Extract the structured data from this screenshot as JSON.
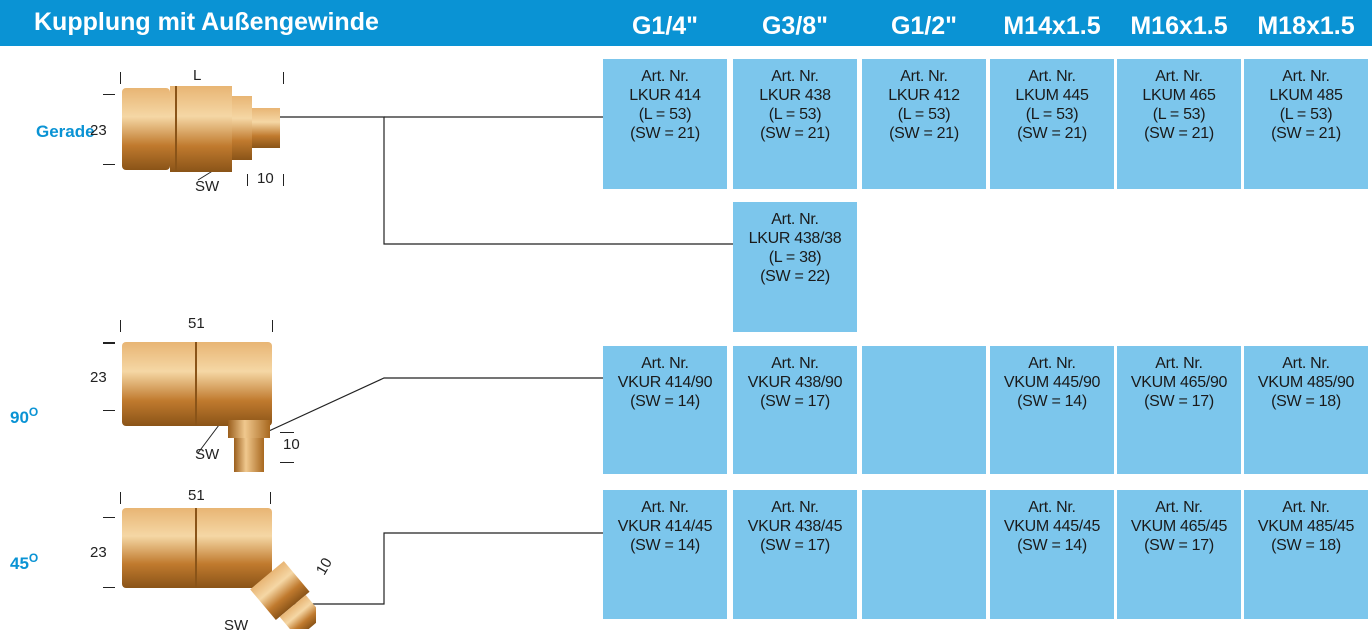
{
  "header": {
    "title": "Kupplung mit Außengewinde",
    "columns": [
      "G1/4\"",
      "G3/8\"",
      "G1/2\"",
      "M14x1.5",
      "M16x1.5",
      "M18x1.5"
    ]
  },
  "rows": {
    "gerade": {
      "label": "Gerade",
      "dim_L": "L",
      "dim_23": "23",
      "dim_10": "10",
      "dim_sw": "SW"
    },
    "r90": {
      "label": "90",
      "sup": "O",
      "dim_51": "51",
      "dim_23": "23",
      "dim_10": "10",
      "dim_sw": "SW"
    },
    "r45": {
      "label": "45",
      "sup": "O",
      "dim_51": "51",
      "dim_23": "23",
      "dim_10": "10",
      "dim_sw": "SW"
    }
  },
  "cells": {
    "gerade": [
      [
        "Art. Nr.",
        "LKUR 414",
        "(L = 53)",
        "(SW = 21)"
      ],
      [
        "Art. Nr.",
        "LKUR 438",
        "(L = 53)",
        "(SW = 21)"
      ],
      [
        "Art. Nr.",
        "LKUR 412",
        "(L = 53)",
        "(SW = 21)"
      ],
      [
        "Art. Nr.",
        "LKUM 445",
        "(L = 53)",
        "(SW = 21)"
      ],
      [
        "Art. Nr.",
        "LKUM 465",
        "(L = 53)",
        "(SW = 21)"
      ],
      [
        "Art. Nr.",
        "LKUM 485",
        "(L = 53)",
        "(SW = 21)"
      ]
    ],
    "gerade38": [
      "Art. Nr.",
      "LKUR 438/38",
      "(L = 38)",
      "(SW = 22)"
    ],
    "r90": [
      [
        "Art. Nr.",
        "VKUR 414/90",
        "(SW = 14)"
      ],
      [
        "Art. Nr.",
        "VKUR 438/90",
        "(SW = 17)"
      ],
      [],
      [
        "Art. Nr.",
        "VKUM 445/90",
        "(SW = 14)"
      ],
      [
        "Art. Nr.",
        "VKUM 465/90",
        "(SW = 17)"
      ],
      [
        "Art. Nr.",
        "VKUM 485/90",
        "(SW = 18)"
      ]
    ],
    "r45": [
      [
        "Art. Nr.",
        "VKUR 414/45",
        "(SW = 14)"
      ],
      [
        "Art. Nr.",
        "VKUR 438/45",
        "(SW = 17)"
      ],
      [],
      [
        "Art. Nr.",
        "VKUM 445/45",
        "(SW = 14)"
      ],
      [
        "Art. Nr.",
        "VKUM 465/45",
        "(SW = 17)"
      ],
      [
        "Art. Nr.",
        "VKUM 485/45",
        "(SW = 18)"
      ]
    ]
  },
  "colors": {
    "header": "#0a93d4",
    "cell": "#7cc6ec",
    "label": "#0a93d4",
    "brass": "#c98a3a"
  }
}
